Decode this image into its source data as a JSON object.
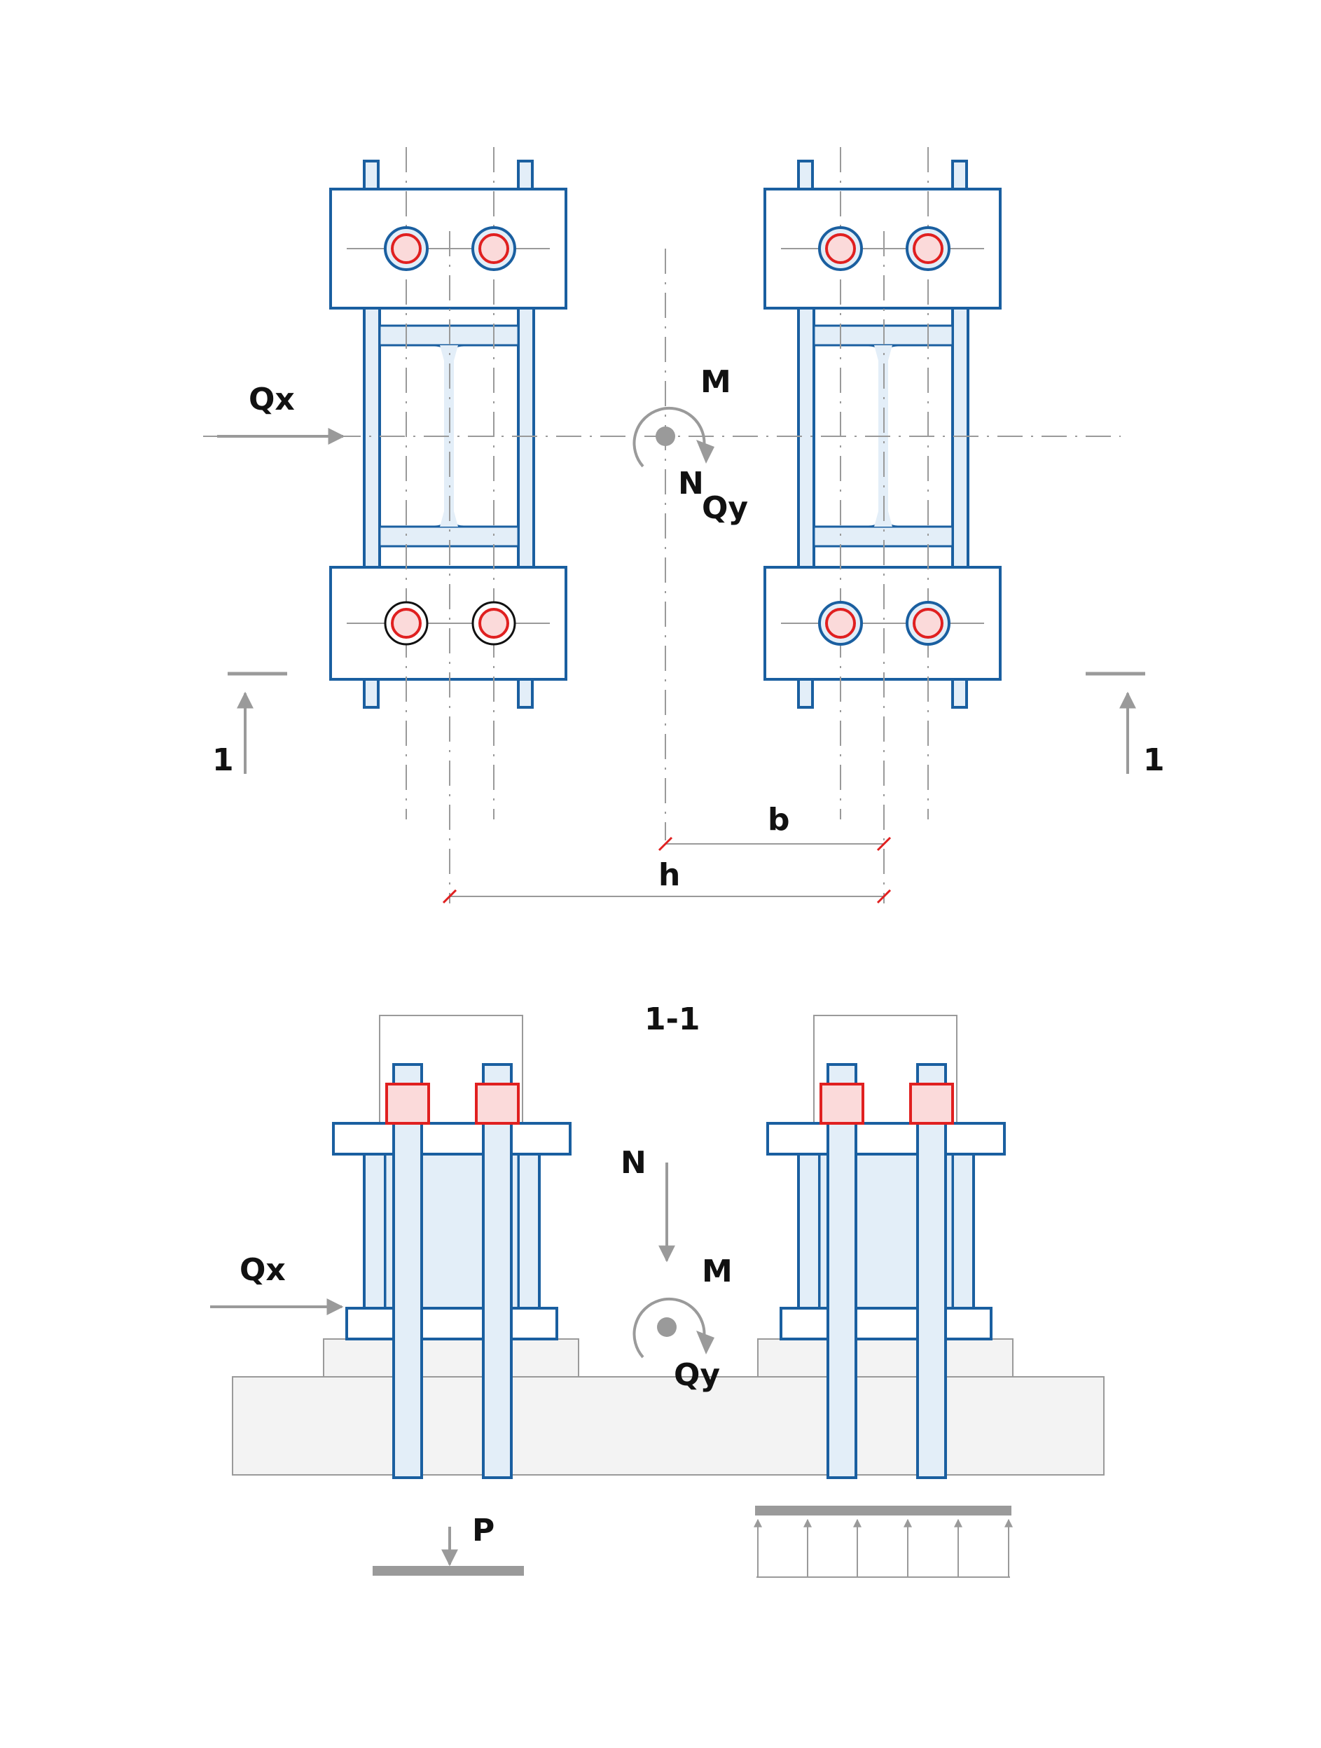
{
  "plan_view": {
    "force_qx": "Qx",
    "moment_m": "M",
    "force_n": "N",
    "force_qy": "Qy",
    "section_marker_left": "1",
    "section_marker_right": "1",
    "dim_b": "b",
    "dim_h": "h"
  },
  "section_view": {
    "title": "1-1",
    "force_n": "N",
    "moment_m": "M",
    "force_qx": "Qx",
    "force_qy": "Qy",
    "load_p": "P"
  },
  "colors": {
    "steel_outline": "#1a5fa0",
    "steel_fill": "#e3eef8",
    "bolt_highlight": "#e02020",
    "annotation_grey": "#9a9a9a"
  }
}
